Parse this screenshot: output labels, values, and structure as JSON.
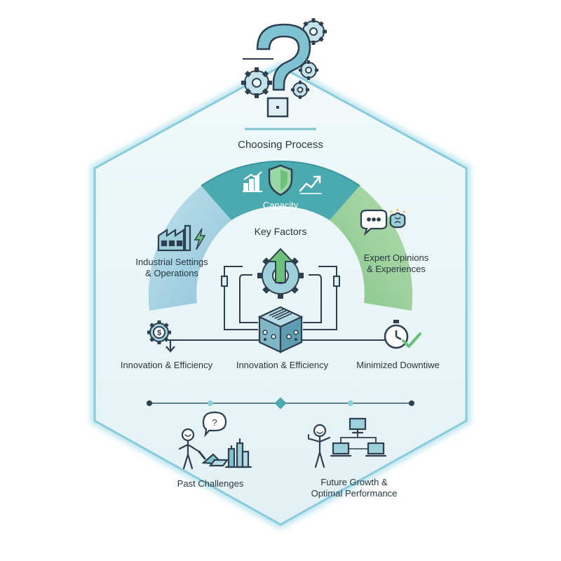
{
  "diagram": {
    "title": "Choosing Process",
    "top_segment": {
      "label": "Capacity",
      "icons": [
        "bar-chart-up-icon",
        "shield-icon",
        "trend-line-icon"
      ]
    },
    "center_label": "Key Factors",
    "left_segment": {
      "label_line1": "Industrial Settings",
      "label_line2": "& Operations",
      "icon": "factory-lightning-icon"
    },
    "right_segment": {
      "label_line1": "Expert Opinions",
      "label_line2": "& Experiences",
      "icon": "chat-brain-idea-icon"
    },
    "bottom_row": [
      {
        "label": "Innovation & Efficiency",
        "icon": "gear-dollar-arrow-icon"
      },
      {
        "label": "Innovation & Efficiency",
        "icon": "server-cube-icon"
      },
      {
        "label": "Minimized Downtiwe",
        "icon": "stopwatch-check-icon"
      }
    ],
    "footer": [
      {
        "label": "Past Challenges",
        "icon": "person-question-tools-icon"
      },
      {
        "label_line1": "Future Growth &",
        "label_line2": "Optimal Performance",
        "icon": "person-network-computers-icon"
      }
    ],
    "header_icon": "question-mark-gears-icon",
    "colors": {
      "hexagon_fill": "#eaf5f7",
      "hexagon_stroke": "#8ccfdf",
      "teal": "#4aaab0",
      "teal_dark": "#2d7f86",
      "left_blue": "#a9d3e3",
      "right_green": "#9fd09f",
      "navy": "#2e3f4f",
      "icon_fill": "#9ed0db",
      "green_icon": "#6cc07a"
    }
  }
}
